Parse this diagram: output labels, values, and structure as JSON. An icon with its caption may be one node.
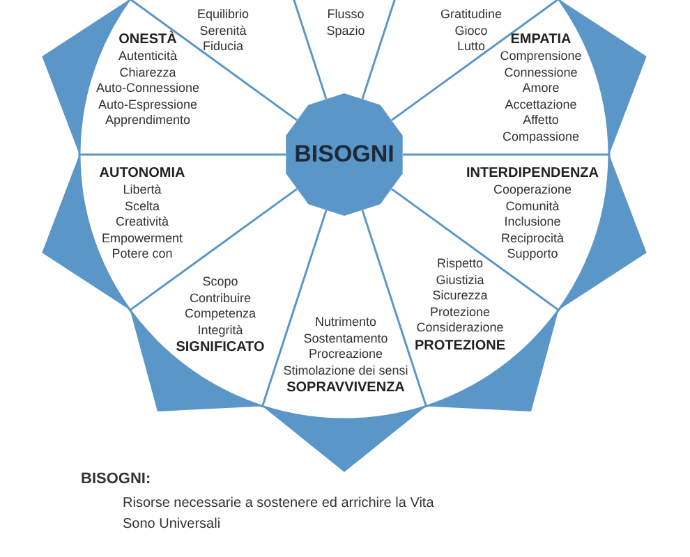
{
  "diagram": {
    "nodes": [
      {
        "text": [
          "Equilibrio",
          "Serenità",
          "Fiducia"
        ]
      },
      {
        "text": [
          "Flusso",
          "Spazio"
        ]
      },
      {
        "text": [
          "Gratitudine",
          "Gioco",
          "Lutto"
        ]
      },
      {
        "text": [
          "ONESTÀ",
          "Autenticità",
          "Chiarezza",
          "Auto-Connessione",
          "Auto-Espressione",
          "Apprendimento"
        ]
      },
      {
        "text": [
          "EMPATIA",
          "Comprensione",
          "Connessione",
          "Amore",
          "Accettazione",
          "Affetto",
          "Compassione"
        ]
      },
      {
        "text": [
          "BISOGNI"
        ]
      },
      {
        "text": [
          "AUTONOMIA",
          "Libertà",
          "Scelta",
          "Creatività",
          "Empowerment",
          "Potere con"
        ]
      },
      {
        "text": [
          "INTERDIPENDENZA",
          "Cooperazione",
          "Comunità",
          "Inclusione",
          "Reciprocità",
          "Supporto"
        ]
      },
      {
        "text": [
          "Scopo",
          "Contribuire",
          "Competenza",
          "Integrità",
          "SIGNIFICATO"
        ]
      },
      {
        "text": [
          "Nutrimento",
          "Sostentamento",
          "Procreazione",
          "Stimolazione dei sensi",
          "SOPRAVVIVENZA"
        ]
      },
      {
        "text": [
          "Rispetto",
          "Giustizia",
          "Sicurezza",
          "Protezione",
          "Considerazione",
          "PROTEZIONE"
        ]
      }
    ],
    "labels": [
      "BISOGNI:",
      "Risorse necessarie a sostenere ed arrichire la Vita",
      "Sono Universali"
    ]
  }
}
